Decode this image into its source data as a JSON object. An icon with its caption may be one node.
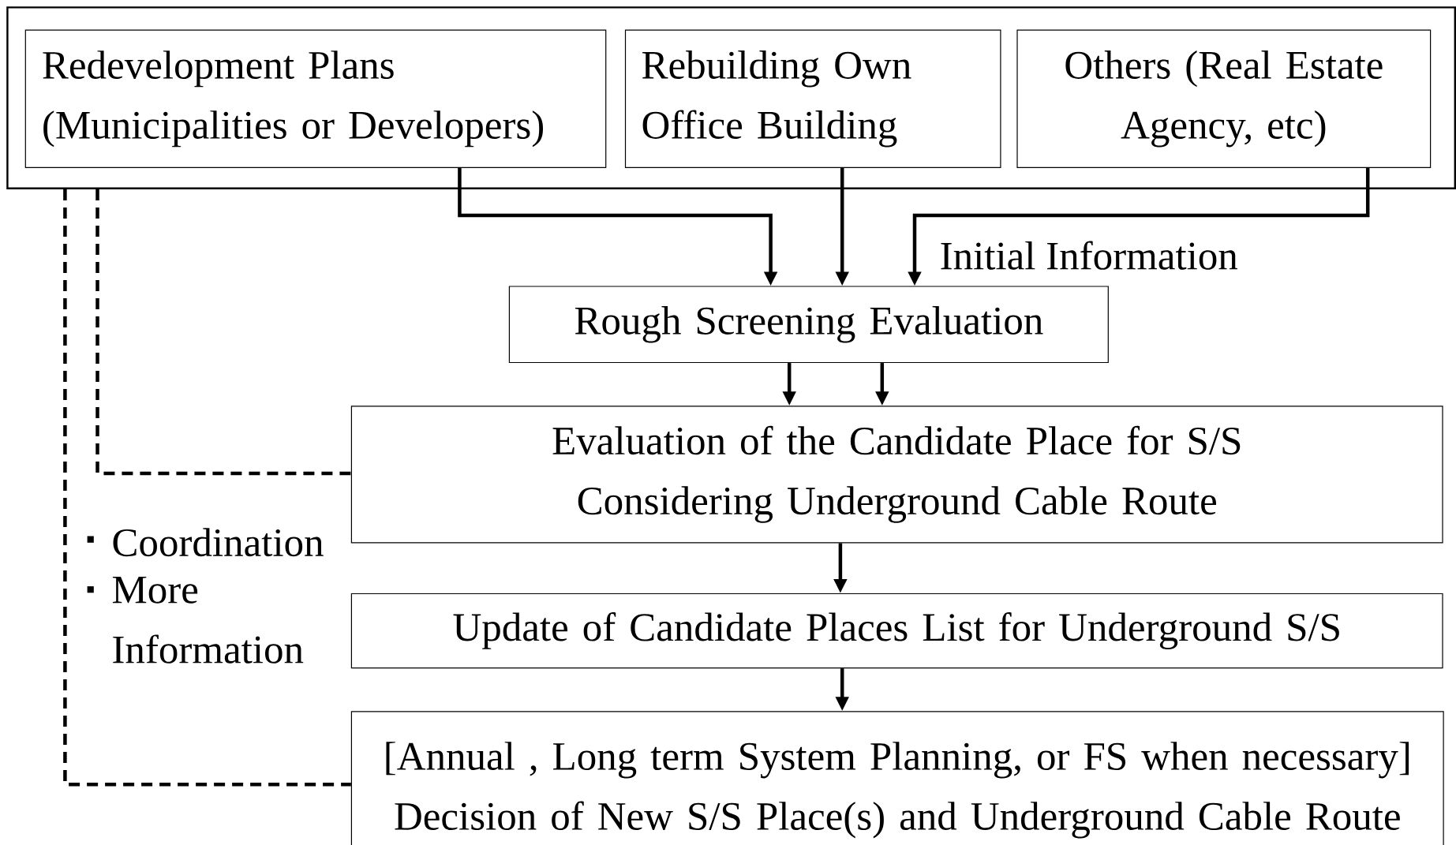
{
  "diagram": {
    "nodes": [
      {
        "text": [],
        "shape": "box"
      },
      {
        "text": [
          "Redevelopment Plans (Municipalities or Developers)"
        ],
        "in": 0
      },
      {
        "text": [
          "Rebuilding Own Office Building"
        ],
        "in": 0
      },
      {
        "text": [
          "Others (Real Estate Agency, etc)"
        ],
        "in": 0
      },
      {
        "text": [
          "Rough Screening Evaluation"
        ]
      },
      {
        "text": [
          "Evaluation of the Candidate Place for S/S Considering Underground Cable Route"
        ]
      },
      {
        "text": [
          "Update of Candidate Places List for Underground S/S"
        ]
      },
      {
        "text": [
          "[Annual , Long term System Planning, or FS when necessary]",
          "Decision of New S/S Place(s) and Underground Cable Route"
        ]
      }
    ],
    "edges": [
      {
        "from": 1,
        "to": 4,
        "arrow": "to"
      },
      {
        "from": 2,
        "to": 4,
        "arrow": "to"
      },
      {
        "from": 3,
        "to": 4,
        "arrow": "to",
        "label": "Initial Information"
      },
      {
        "from": 4,
        "to": 5,
        "arrow": "to"
      },
      {
        "from": 4,
        "to": 5,
        "arrow": "to"
      },
      {
        "from": 5,
        "to": 6,
        "arrow": "to"
      },
      {
        "from": 6,
        "to": 7,
        "arrow": "to"
      },
      {
        "from": 0,
        "to": 5,
        "arrow": "none",
        "style": "dashed"
      },
      {
        "from": 0,
        "to": 7,
        "arrow": "none",
        "style": "dashed"
      }
    ],
    "labels": [
      "Coordination",
      "More Information"
    ]
  }
}
